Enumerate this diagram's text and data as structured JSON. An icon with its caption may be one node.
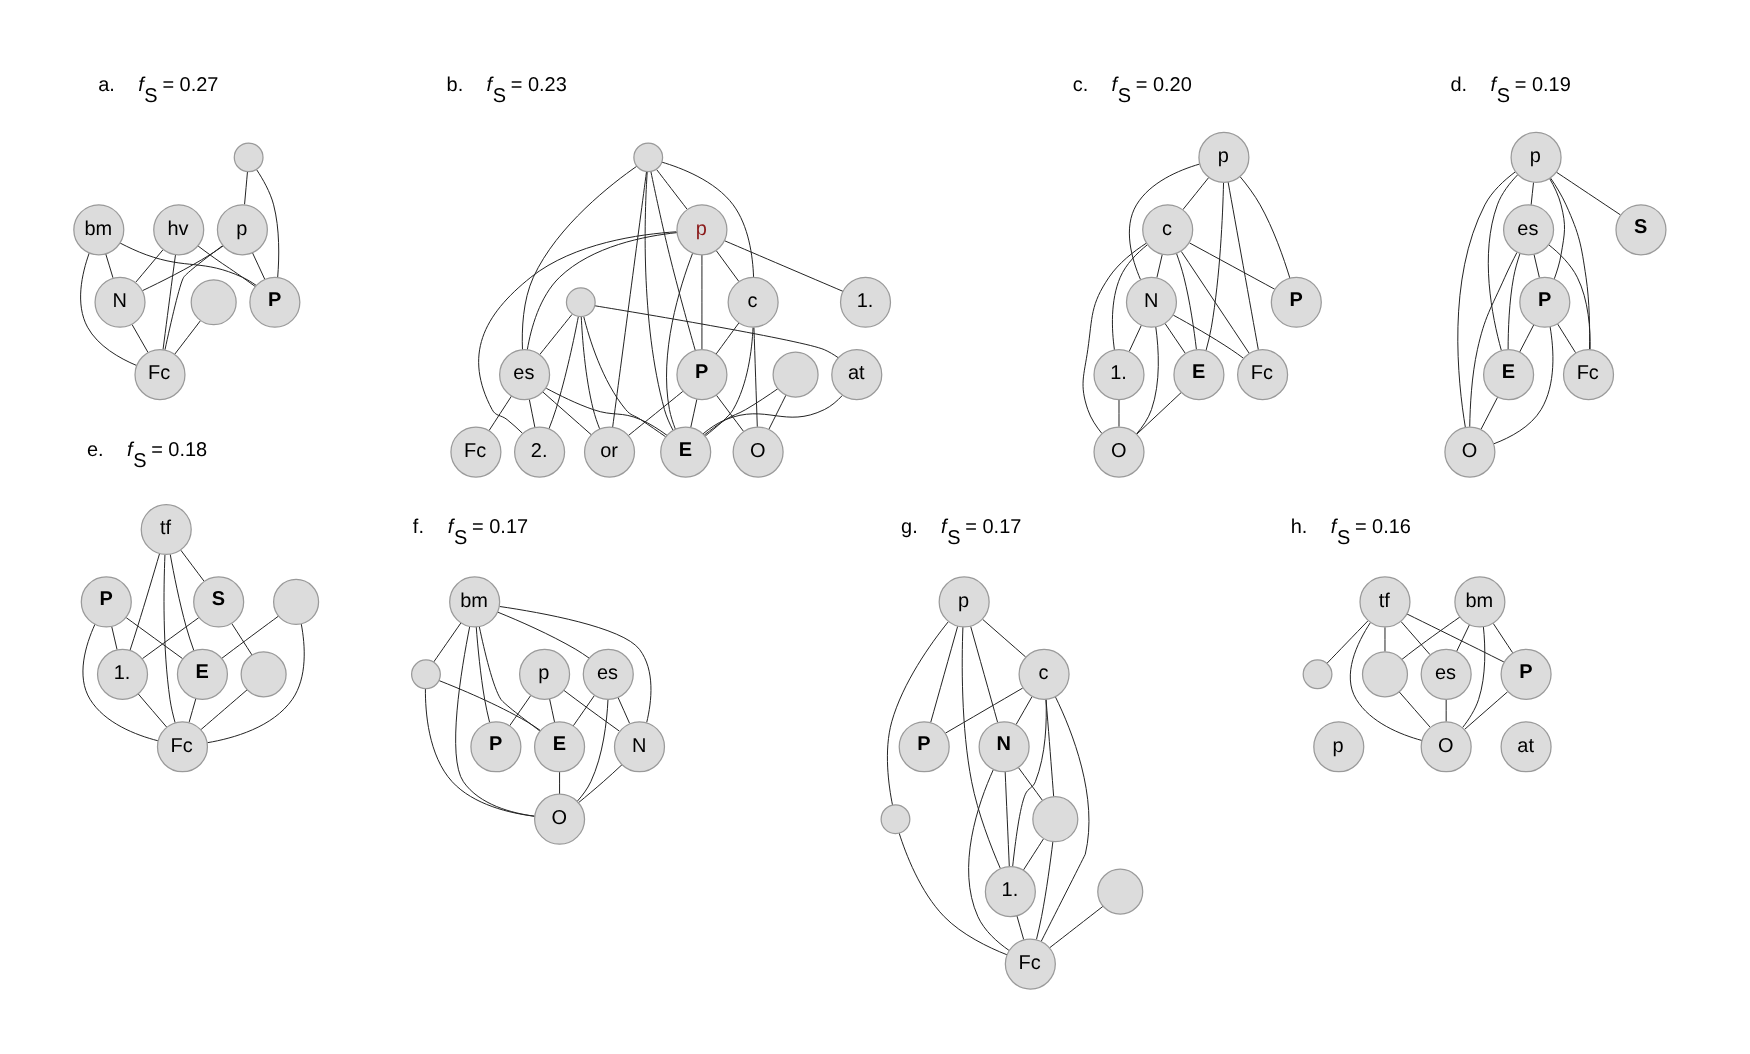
{
  "diagram": {
    "nodes": [
      {
        "text": [
          "p"
        ]
      },
      {
        "text": [],
        "shape": "circle"
      },
      {
        "text": [
          "bm"
        ]
      },
      {
        "text": [
          "hv"
        ]
      },
      {
        "text": [],
        "shape": "circle"
      },
      {
        "text": [
          "P"
        ]
      },
      {
        "text": [
          "N"
        ]
      },
      {
        "text": [
          "Fc"
        ]
      },
      {
        "text": [
          "p"
        ]
      },
      {
        "text": [],
        "shape": "circle"
      },
      {
        "text": [],
        "shape": "circle"
      },
      {
        "text": [
          "c"
        ]
      },
      {
        "text": [],
        "shape": "circle"
      },
      {
        "text": [
          "es"
        ]
      },
      {
        "text": [
          "2."
        ]
      },
      {
        "text": [
          "P"
        ]
      },
      {
        "text": [
          "at"
        ]
      },
      {
        "text": [
          "E"
        ]
      },
      {
        "text": [
          "or"
        ]
      },
      {
        "text": [
          "O"
        ]
      },
      {
        "text": [
          "Fc"
        ]
      },
      {
        "text": [
          "1."
        ]
      },
      {
        "text": [
          "p"
        ]
      },
      {
        "text": [
          "c"
        ]
      },
      {
        "text": [
          "P"
        ]
      },
      {
        "text": [
          "N"
        ]
      },
      {
        "text": [
          "E"
        ]
      },
      {
        "text": [
          "Fc"
        ]
      },
      {
        "text": [
          "O"
        ]
      },
      {
        "text": [
          "1."
        ]
      },
      {
        "text": [
          "p"
        ]
      },
      {
        "text": [
          "es"
        ]
      },
      {
        "text": [
          "S"
        ]
      },
      {
        "text": [
          "P"
        ]
      },
      {
        "text": [
          "E"
        ]
      },
      {
        "text": [
          "Fc"
        ]
      },
      {
        "text": [
          "O"
        ]
      },
      {
        "text": [
          "tf"
        ]
      },
      {
        "text": [
          "S"
        ]
      },
      {
        "text": [
          "P"
        ]
      },
      {
        "text": [
          "Fc"
        ]
      },
      {
        "text": [],
        "shape": "circle"
      },
      {
        "text": [
          "E"
        ]
      },
      {
        "text": [
          "1."
        ]
      },
      {
        "text": [],
        "shape": "circle"
      },
      {
        "text": [
          "p"
        ]
      },
      {
        "text": [
          "bm"
        ]
      },
      {
        "text": [],
        "shape": "circle"
      },
      {
        "text": [
          "es"
        ]
      },
      {
        "text": [
          "P"
        ]
      },
      {
        "text": [
          "N"
        ]
      },
      {
        "text": [
          "E"
        ]
      },
      {
        "text": [
          "O"
        ]
      },
      {
        "text": [
          "p"
        ]
      },
      {
        "text": [
          "c"
        ]
      },
      {
        "text": [],
        "shape": "circle"
      },
      {
        "text": [
          "P"
        ]
      },
      {
        "text": [
          "N"
        ]
      },
      {
        "text": [],
        "shape": "circle"
      },
      {
        "text": [
          "Fc"
        ]
      },
      {
        "text": [],
        "shape": "circle"
      },
      {
        "text": [
          "1."
        ]
      },
      {
        "text": [
          "p"
        ]
      },
      {
        "text": [
          "tf"
        ]
      },
      {
        "text": [
          "bm"
        ]
      },
      {
        "text": [],
        "shape": "circle"
      },
      {
        "text": [
          "es"
        ]
      },
      {
        "text": [
          "P"
        ]
      },
      {
        "text": [],
        "shape": "circle"
      },
      {
        "text": [
          "at"
        ]
      },
      {
        "text": [
          "O"
        ]
      }
    ],
    "edges": [
      {
        "from": 4,
        "to": 0,
        "arrow": "none"
      },
      {
        "from": 4,
        "to": 5,
        "arrow": "none"
      },
      {
        "from": 3,
        "to": 5,
        "arrow": "none"
      },
      {
        "from": 2,
        "to": 5,
        "arrow": "none"
      },
      {
        "from": 0,
        "to": 5,
        "arrow": "none"
      },
      {
        "from": 3,
        "to": 6,
        "arrow": "none"
      },
      {
        "from": 2,
        "to": 6,
        "arrow": "none"
      },
      {
        "from": 0,
        "to": 6,
        "arrow": "none"
      },
      {
        "from": 2,
        "to": 7,
        "arrow": "none"
      },
      {
        "from": 1,
        "to": 7,
        "arrow": "none"
      },
      {
        "from": 3,
        "to": 7,
        "arrow": "none"
      },
      {
        "from": 6,
        "to": 7,
        "arrow": "none"
      },
      {
        "from": 0,
        "to": 7,
        "arrow": "none"
      },
      {
        "from": 10,
        "to": 8,
        "arrow": "none"
      },
      {
        "from": 10,
        "to": 11,
        "arrow": "none"
      },
      {
        "from": 10,
        "to": 13,
        "arrow": "none"
      },
      {
        "from": 10,
        "to": 17,
        "arrow": "none"
      },
      {
        "from": 10,
        "to": 15,
        "arrow": "none"
      },
      {
        "from": 10,
        "to": 18,
        "arrow": "none"
      },
      {
        "from": 8,
        "to": 15,
        "arrow": "none"
      },
      {
        "from": 8,
        "to": 21,
        "arrow": "none"
      },
      {
        "from": 8,
        "to": 17,
        "arrow": "none"
      },
      {
        "from": 8,
        "to": 11,
        "arrow": "none"
      },
      {
        "from": 8,
        "to": 13,
        "arrow": "none"
      },
      {
        "from": 8,
        "to": 14,
        "arrow": "none"
      },
      {
        "from": 9,
        "to": 17,
        "arrow": "none"
      },
      {
        "from": 9,
        "to": 18,
        "arrow": "none"
      },
      {
        "from": 9,
        "to": 13,
        "arrow": "none"
      },
      {
        "from": 9,
        "to": 14,
        "arrow": "none"
      },
      {
        "from": 9,
        "to": 16,
        "arrow": "none"
      },
      {
        "from": 11,
        "to": 15,
        "arrow": "none"
      },
      {
        "from": 11,
        "to": 17,
        "arrow": "none"
      },
      {
        "from": 11,
        "to": 19,
        "arrow": "none"
      },
      {
        "from": 13,
        "to": 17,
        "arrow": "none"
      },
      {
        "from": 13,
        "to": 18,
        "arrow": "none"
      },
      {
        "from": 13,
        "to": 14,
        "arrow": "none"
      },
      {
        "from": 13,
        "to": 20,
        "arrow": "none"
      },
      {
        "from": 15,
        "to": 17,
        "arrow": "none"
      },
      {
        "from": 15,
        "to": 18,
        "arrow": "none"
      },
      {
        "from": 15,
        "to": 19,
        "arrow": "none"
      },
      {
        "from": 12,
        "to": 17,
        "arrow": "none"
      },
      {
        "from": 12,
        "to": 19,
        "arrow": "none"
      },
      {
        "from": 16,
        "to": 17,
        "arrow": "none"
      },
      {
        "from": 22,
        "to": 24,
        "arrow": "none"
      },
      {
        "from": 22,
        "to": 25,
        "arrow": "none"
      },
      {
        "from": 22,
        "to": 26,
        "arrow": "none"
      },
      {
        "from": 22,
        "to": 23,
        "arrow": "none"
      },
      {
        "from": 22,
        "to": 27,
        "arrow": "none"
      },
      {
        "from": 23,
        "to": 24,
        "arrow": "none"
      },
      {
        "from": 23,
        "to": 25,
        "arrow": "none"
      },
      {
        "from": 23,
        "to": 26,
        "arrow": "none"
      },
      {
        "from": 23,
        "to": 29,
        "arrow": "none"
      },
      {
        "from": 23,
        "to": 28,
        "arrow": "none"
      },
      {
        "from": 23,
        "to": 27,
        "arrow": "none"
      },
      {
        "from": 25,
        "to": 26,
        "arrow": "none"
      },
      {
        "from": 25,
        "to": 28,
        "arrow": "none"
      },
      {
        "from": 25,
        "to": 27,
        "arrow": "none"
      },
      {
        "from": 26,
        "to": 28,
        "arrow": "none"
      },
      {
        "from": 29,
        "to": 28,
        "arrow": "none"
      },
      {
        "from": 25,
        "to": 29,
        "arrow": "none"
      },
      {
        "from": 30,
        "to": 32,
        "arrow": "none"
      },
      {
        "from": 30,
        "to": 33,
        "arrow": "none"
      },
      {
        "from": 30,
        "to": 34,
        "arrow": "none"
      },
      {
        "from": 30,
        "to": 36,
        "arrow": "none"
      },
      {
        "from": 30,
        "to": 31,
        "arrow": "none"
      },
      {
        "from": 30,
        "to": 35,
        "arrow": "none"
      },
      {
        "from": 31,
        "to": 33,
        "arrow": "none"
      },
      {
        "from": 31,
        "to": 34,
        "arrow": "none"
      },
      {
        "from": 31,
        "to": 36,
        "arrow": "none"
      },
      {
        "from": 31,
        "to": 35,
        "arrow": "none"
      },
      {
        "from": 33,
        "to": 34,
        "arrow": "none"
      },
      {
        "from": 33,
        "to": 36,
        "arrow": "none"
      },
      {
        "from": 34,
        "to": 36,
        "arrow": "none"
      },
      {
        "from": 33,
        "to": 35,
        "arrow": "none"
      },
      {
        "from": 37,
        "to": 38,
        "arrow": "none"
      },
      {
        "from": 37,
        "to": 43,
        "arrow": "none"
      },
      {
        "from": 37,
        "to": 42,
        "arrow": "none"
      },
      {
        "from": 37,
        "to": 40,
        "arrow": "none"
      },
      {
        "from": 39,
        "to": 42,
        "arrow": "none"
      },
      {
        "from": 39,
        "to": 40,
        "arrow": "none"
      },
      {
        "from": 39,
        "to": 43,
        "arrow": "none"
      },
      {
        "from": 38,
        "to": 43,
        "arrow": "none"
      },
      {
        "from": 38,
        "to": 44,
        "arrow": "none"
      },
      {
        "from": 41,
        "to": 42,
        "arrow": "none"
      },
      {
        "from": 41,
        "to": 40,
        "arrow": "none"
      },
      {
        "from": 42,
        "to": 40,
        "arrow": "none"
      },
      {
        "from": 43,
        "to": 40,
        "arrow": "none"
      },
      {
        "from": 44,
        "to": 40,
        "arrow": "none"
      },
      {
        "from": 45,
        "to": 49,
        "arrow": "none"
      },
      {
        "from": 45,
        "to": 50,
        "arrow": "none"
      },
      {
        "from": 45,
        "to": 51,
        "arrow": "none"
      },
      {
        "from": 46,
        "to": 49,
        "arrow": "none"
      },
      {
        "from": 46,
        "to": 50,
        "arrow": "none"
      },
      {
        "from": 46,
        "to": 51,
        "arrow": "none"
      },
      {
        "from": 46,
        "to": 48,
        "arrow": "none"
      },
      {
        "from": 46,
        "to": 52,
        "arrow": "none"
      },
      {
        "from": 46,
        "to": 47,
        "arrow": "none"
      },
      {
        "from": 48,
        "to": 50,
        "arrow": "none"
      },
      {
        "from": 48,
        "to": 51,
        "arrow": "none"
      },
      {
        "from": 48,
        "to": 52,
        "arrow": "none"
      },
      {
        "from": 47,
        "to": 51,
        "arrow": "none"
      },
      {
        "from": 47,
        "to": 52,
        "arrow": "none"
      },
      {
        "from": 50,
        "to": 52,
        "arrow": "none"
      },
      {
        "from": 51,
        "to": 52,
        "arrow": "none"
      },
      {
        "from": 53,
        "to": 56,
        "arrow": "none"
      },
      {
        "from": 53,
        "to": 57,
        "arrow": "none"
      },
      {
        "from": 53,
        "to": 54,
        "arrow": "none"
      },
      {
        "from": 53,
        "to": 55,
        "arrow": "none"
      },
      {
        "from": 53,
        "to": 61,
        "arrow": "none"
      },
      {
        "from": 54,
        "to": 56,
        "arrow": "none"
      },
      {
        "from": 54,
        "to": 57,
        "arrow": "none"
      },
      {
        "from": 54,
        "to": 61,
        "arrow": "none"
      },
      {
        "from": 54,
        "to": 59,
        "arrow": "none"
      },
      {
        "from": 54,
        "to": 58,
        "arrow": "none"
      },
      {
        "from": 55,
        "to": 59,
        "arrow": "none"
      },
      {
        "from": 57,
        "to": 58,
        "arrow": "none"
      },
      {
        "from": 57,
        "to": 59,
        "arrow": "none"
      },
      {
        "from": 58,
        "to": 61,
        "arrow": "none"
      },
      {
        "from": 58,
        "to": 59,
        "arrow": "none"
      },
      {
        "from": 61,
        "to": 59,
        "arrow": "none"
      },
      {
        "from": 60,
        "to": 59,
        "arrow": "none"
      },
      {
        "from": 57,
        "to": 61,
        "arrow": "none"
      },
      {
        "from": 63,
        "to": 67,
        "arrow": "none"
      },
      {
        "from": 64,
        "to": 67,
        "arrow": "none"
      },
      {
        "from": 63,
        "to": 65,
        "arrow": "none"
      },
      {
        "from": 63,
        "to": 66,
        "arrow": "none"
      },
      {
        "from": 63,
        "to": 70,
        "arrow": "none"
      },
      {
        "from": 63,
        "to": 68,
        "arrow": "none"
      },
      {
        "from": 64,
        "to": 65,
        "arrow": "none"
      },
      {
        "from": 64,
        "to": 66,
        "arrow": "none"
      },
      {
        "from": 64,
        "to": 70,
        "arrow": "none"
      },
      {
        "from": 67,
        "to": 70,
        "arrow": "none"
      },
      {
        "from": 65,
        "to": 70,
        "arrow": "none"
      },
      {
        "from": 66,
        "to": 70,
        "arrow": "none"
      }
    ],
    "labels": [
      "a.",
      "*f*$_{S}$ = 0.27",
      "b.",
      "*f*$_{S}$ = 0.23",
      "c.",
      "*f*$_{S}$ = 0.20",
      "d.",
      "*f*$_{S}$ = 0.19",
      "e.",
      "*f*$_{S}$ = 0.18",
      "f.",
      "*f*$_{S}$ = 0.17",
      "g.",
      "*f*$_{S}$ = 0.17",
      "h.",
      "*f*$_{S}$ = 0.16"
    ]
  }
}
